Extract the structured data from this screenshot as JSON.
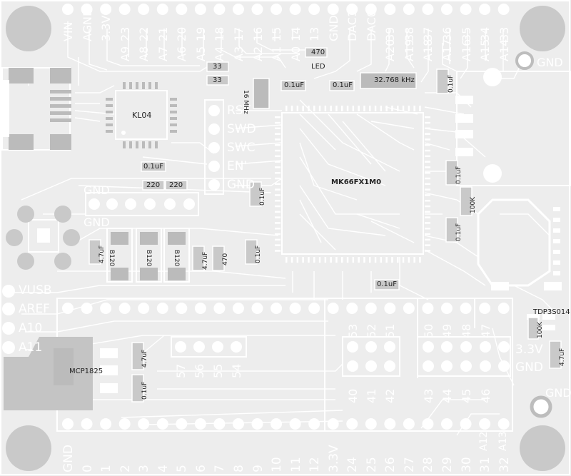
{
  "top_pins": [
    "VIN",
    "AGND",
    "3.3V",
    "23",
    "22",
    "21",
    "20",
    "19",
    "18",
    "17",
    "16",
    "15",
    "14",
    "13",
    "GND",
    "DAC1",
    "DAC0",
    "39",
    "38",
    "37",
    "36",
    "35",
    "34",
    "33"
  ],
  "top_analog": [
    "A9",
    "A8",
    "A7",
    "A6",
    "A5",
    "A4",
    "A3",
    "A2",
    "A1",
    "A0"
  ],
  "top_analog_right": [
    "A20",
    "A19",
    "A18",
    "A17",
    "A16",
    "A15",
    "A14"
  ],
  "bottom_pins": [
    "GND",
    "0",
    "1",
    "2",
    "3",
    "4",
    "5",
    "6",
    "7",
    "8",
    "9",
    "10",
    "11",
    "12",
    "3.3V",
    "24",
    "25",
    "26",
    "27",
    "28",
    "29",
    "30",
    "31",
    "32"
  ],
  "bottom_analog": [
    "A12",
    "A13"
  ],
  "left_pins": [
    "VUSB",
    "AREF",
    "A10",
    "A11"
  ],
  "debug_pins": [
    "RST",
    "SWD",
    "SWC",
    "EN'",
    "GND"
  ],
  "inner_pins_a": [
    "57",
    "56",
    "55",
    "54"
  ],
  "inner_pins_b_top": [
    "53",
    "52",
    "51"
  ],
  "inner_pins_b_bottom": [
    "40",
    "41",
    "42"
  ],
  "inner_pins_c_top": [
    "50",
    "49",
    "48",
    "47"
  ],
  "inner_pins_c_bottom": [
    "43",
    "44",
    "45",
    "46"
  ],
  "labels": {
    "gnd_top_right": "GND",
    "gnd_bottom_right": "GND",
    "gnd_left_1": "GND",
    "gnd_left_2": "GND",
    "v33_right": "3.3V",
    "gnd_right": "GND"
  },
  "components": {
    "mcu": "MK66FX1M0",
    "kl04": "KL04",
    "crystal": "32.768 kHz",
    "xtal16": "16 MHz",
    "mcp": "MCP1825",
    "tdp": "TDP3S014",
    "r470_top": "470",
    "led": "LED",
    "r33a": "33",
    "r33b": "33",
    "c01_a": "0.1uF",
    "c01_b": "0.1uF",
    "c01_kl": "0.1uF",
    "c01_v1": "0.1uF",
    "c01_v2": "0.1uF",
    "c01_v3": "0.1uF",
    "c01_v4": "0.1uF",
    "c01_v5": "0.1uF",
    "c01_bottom": "0.1uF",
    "c01_mcp": "0.1uF",
    "r220a": "220",
    "r220b": "220",
    "c47a": "4.7uF",
    "c47b": "4.7uF",
    "c47c": "4.7uF",
    "c47d": "4.7uF",
    "b120a": "B120",
    "b120b": "B120",
    "b120c": "B120",
    "r470_v": "470",
    "r100k_v": "100K",
    "r100k_b": "100K"
  }
}
